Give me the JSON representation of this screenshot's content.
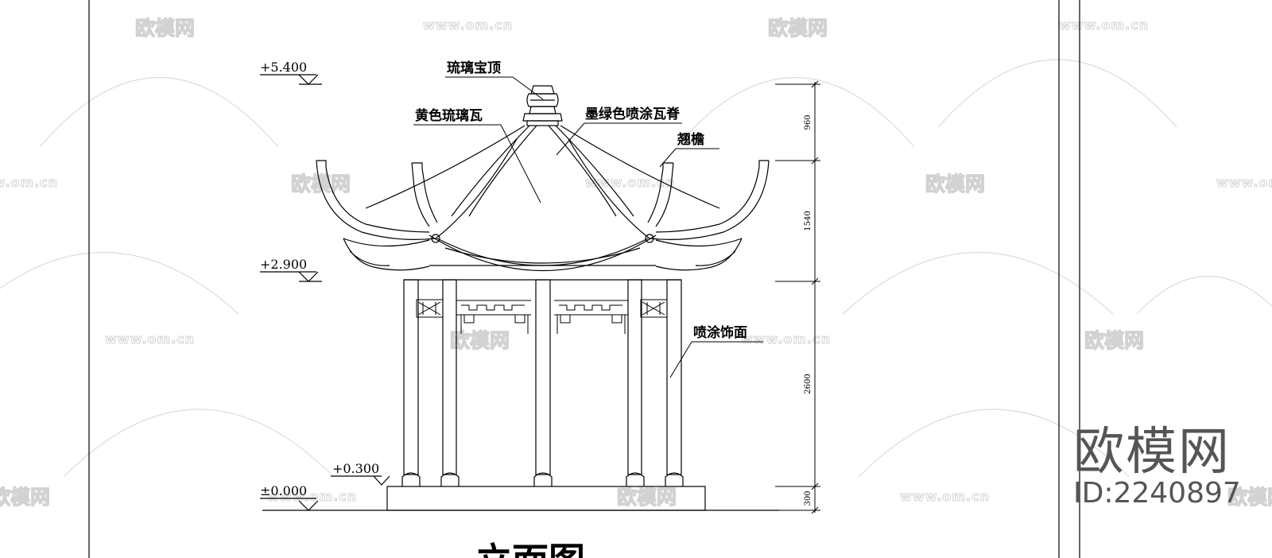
{
  "watermark": {
    "brand": "欧模网",
    "url": "www.om.cn"
  },
  "labels": {
    "finial": "琉璃宝顶",
    "yellow_tile": "黄色琉璃瓦",
    "ridge": "墨绿色喷涂瓦脊",
    "eave": "翘檐",
    "column_finish": "喷涂饰面"
  },
  "levels": {
    "top": "+5.400",
    "eave": "+2.900",
    "platform": "+0.300",
    "ground": "±0.000"
  },
  "dimensions": {
    "roof_top": "960",
    "roof": "1540",
    "column": "2600",
    "base": "300"
  },
  "title": "立面图",
  "logo": {
    "name": "欧模网",
    "id": "ID:2240897"
  },
  "colors": {
    "line": "#000000",
    "watermark": "#d2d2d2",
    "background": "#ffffff"
  }
}
